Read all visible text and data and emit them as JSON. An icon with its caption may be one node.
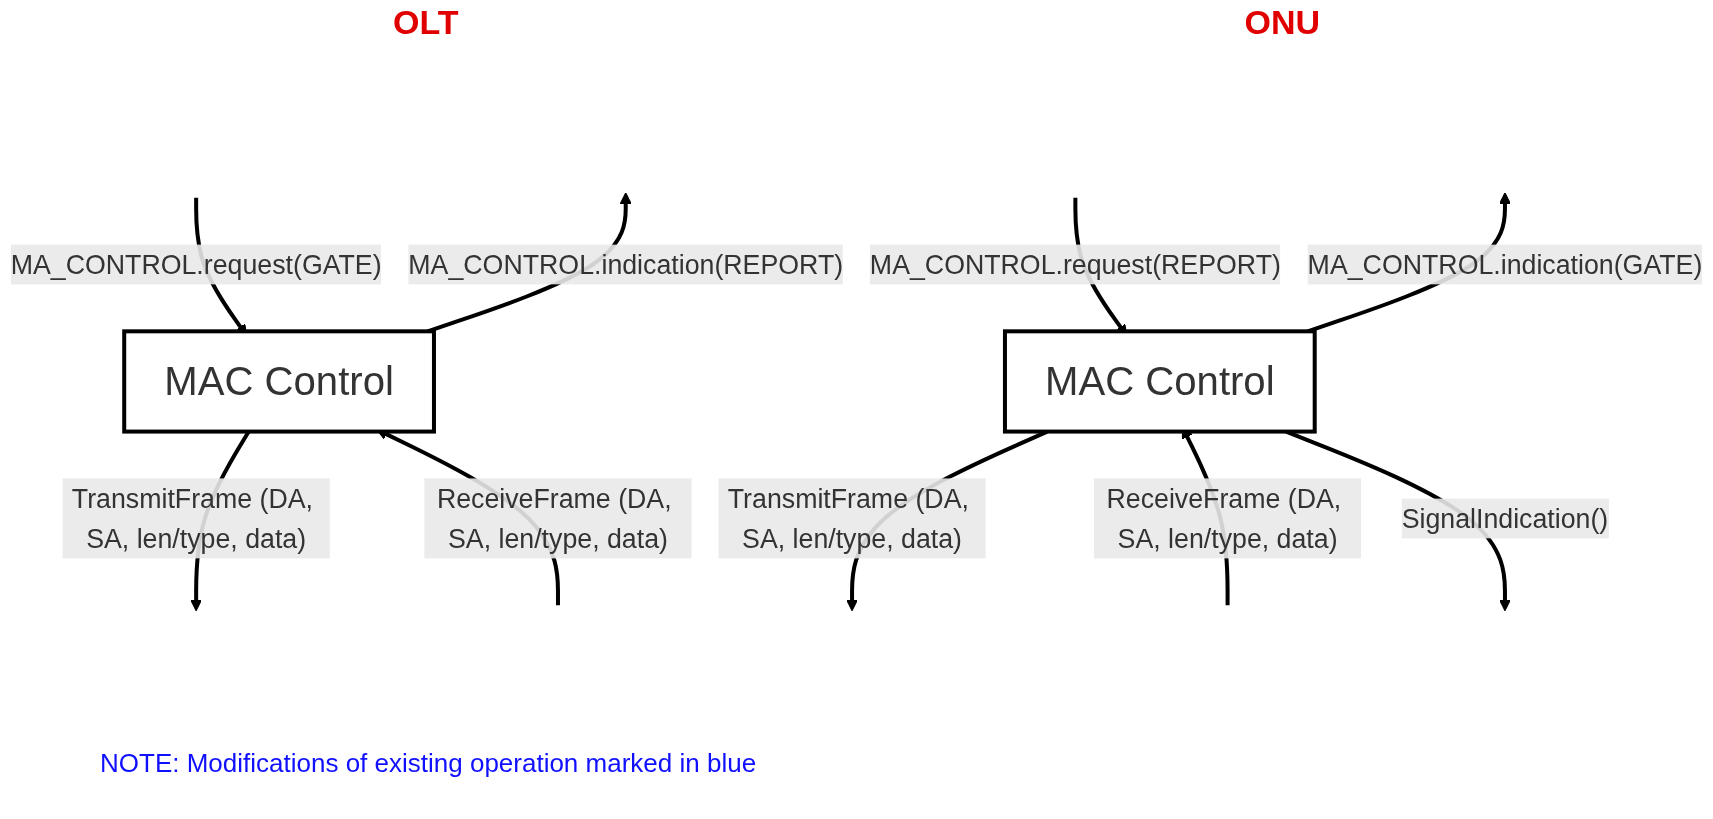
{
  "diagram": {
    "nodes": [
      {
        "text": [
          "MAC Control"
        ]
      },
      {
        "text": [
          "MAC Control"
        ]
      }
    ],
    "edges": [
      {
        "from": null,
        "to": 0,
        "arrow": "to",
        "label": "MA_CONTROL.request(GATE)"
      },
      {
        "from": 0,
        "to": null,
        "arrow": "to",
        "label": "MA_CONTROL.indication(REPORT)"
      },
      {
        "from": 0,
        "to": null,
        "arrow": "to",
        "label": "TransmitFrame (DA, SA, len/type, data)"
      },
      {
        "from": null,
        "to": 0,
        "arrow": "to",
        "label": "ReceiveFrame (DA, SA, len/type, data)"
      },
      {
        "from": null,
        "to": 1,
        "arrow": "to",
        "label": "MA_CONTROL.request(REPORT)"
      },
      {
        "from": 1,
        "to": null,
        "arrow": "to",
        "label": "MA_CONTROL.indication(GATE)"
      },
      {
        "from": 1,
        "to": null,
        "arrow": "to",
        "label": "TransmitFrame (DA, SA, len/type, data)"
      },
      {
        "from": null,
        "to": 1,
        "arrow": "to",
        "label": "ReceiveFrame (DA, SA, len/type, data)"
      },
      {
        "from": 1,
        "to": null,
        "arrow": "to",
        "label": "SignalIndication()"
      }
    ],
    "labels": [
      "OLT",
      "ONU",
      "NOTE: Modifications of existing operation marked in blue"
    ]
  }
}
